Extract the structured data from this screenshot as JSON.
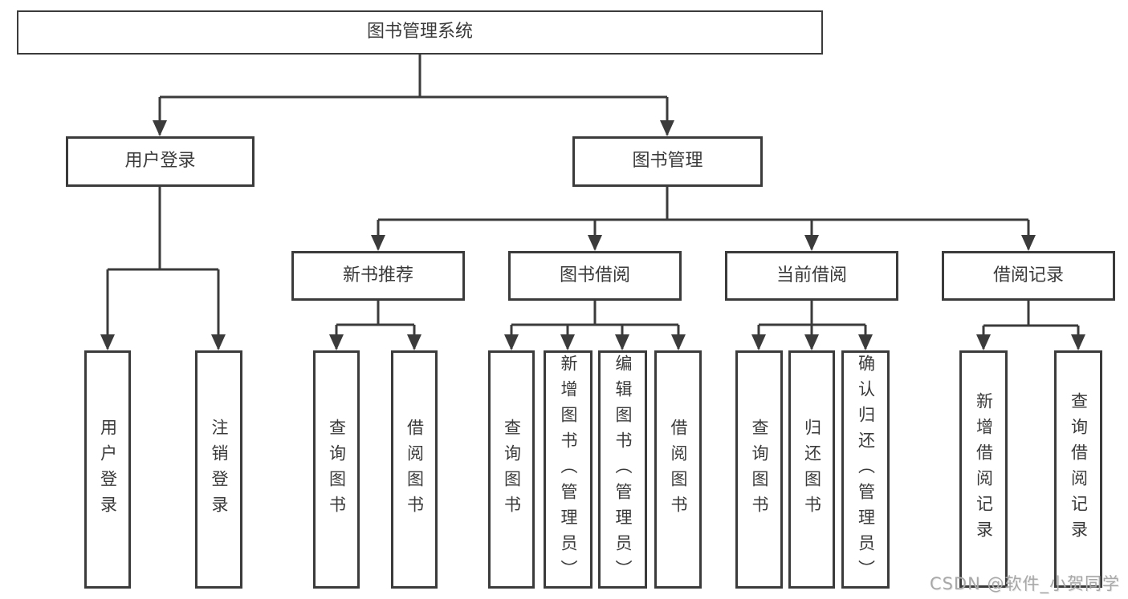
{
  "diagram": {
    "root": {
      "label": "图书管理系统"
    },
    "branches": [
      {
        "label": "用户登录",
        "children": [
          {
            "label": "用户登录"
          },
          {
            "label": "注销登录"
          }
        ]
      },
      {
        "label": "图书管理",
        "children": [
          {
            "label": "新书推荐",
            "children": [
              {
                "label": "查询图书"
              },
              {
                "label": "借阅图书"
              }
            ]
          },
          {
            "label": "图书借阅",
            "children": [
              {
                "label": "查询图书"
              },
              {
                "label": "新增图书（管理员）"
              },
              {
                "label": "编辑图书（管理员）"
              },
              {
                "label": "借阅图书"
              }
            ]
          },
          {
            "label": "当前借阅",
            "children": [
              {
                "label": "查询图书"
              },
              {
                "label": "归还图书"
              },
              {
                "label": "确认归还（管理员）"
              }
            ]
          },
          {
            "label": "借阅记录",
            "children": [
              {
                "label": "新增借阅记录"
              },
              {
                "label": "查询借阅记录"
              }
            ]
          }
        ]
      }
    ]
  },
  "watermark": {
    "text": "CSDN @软件_小贺同学"
  },
  "colors": {
    "line": "#3b3b3b",
    "box_border": "#3b3b3b",
    "text": "#3a3a3a",
    "background": "#ffffff",
    "watermark": "#a8a8a8"
  }
}
